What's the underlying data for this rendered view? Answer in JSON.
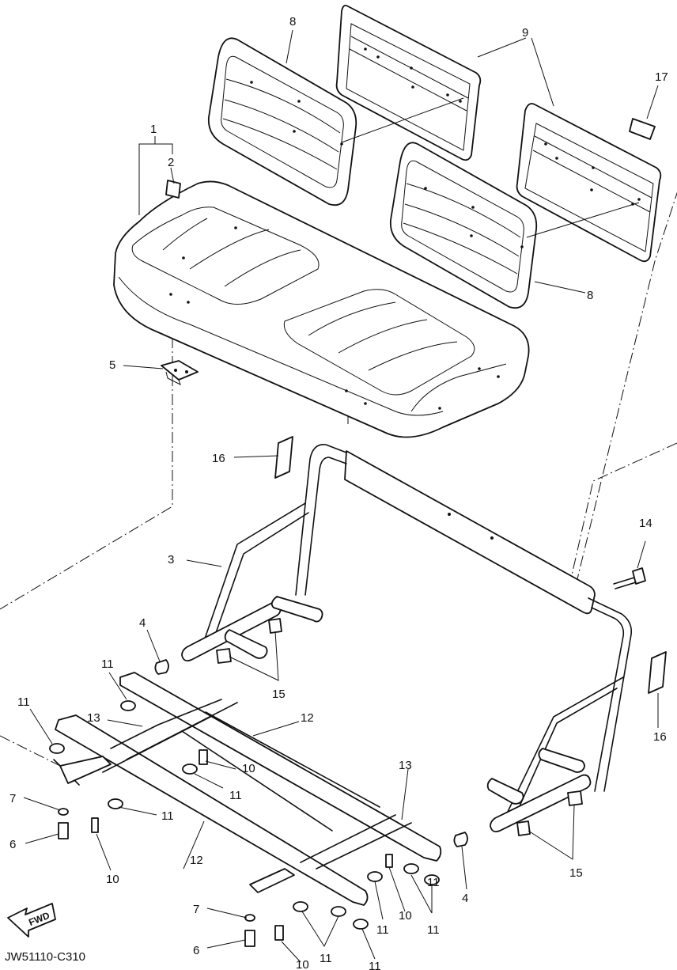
{
  "diagram_code": "JW51110-C310",
  "fwd_label": "FWD",
  "callouts": [
    "1",
    "2",
    "3",
    "4",
    "4",
    "5",
    "6",
    "6",
    "7",
    "7",
    "8",
    "8",
    "9",
    "10",
    "10",
    "10",
    "10",
    "11",
    "11",
    "11",
    "11",
    "11",
    "11",
    "11",
    "11",
    "11",
    "11",
    "12",
    "12",
    "13",
    "13",
    "14",
    "15",
    "15",
    "16",
    "16",
    "17"
  ]
}
